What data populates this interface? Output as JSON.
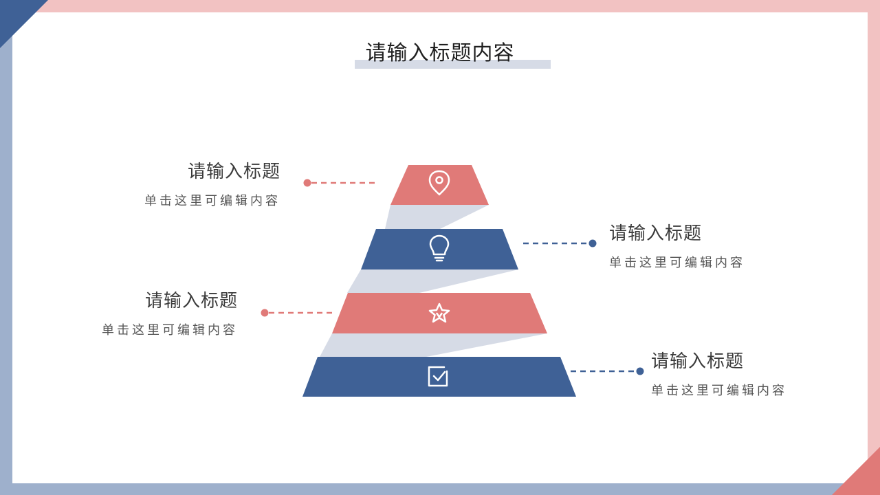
{
  "page": {
    "title": "请输入标题内容"
  },
  "colors": {
    "red": "#e07a78",
    "blue": "#3f6196",
    "band": "#d6dbe6",
    "frame_blue": "#9eb0cc",
    "frame_pink": "#f2c2c2",
    "corner_blue": "#3f6196",
    "corner_red": "#e07a78"
  },
  "levels": [
    {
      "title": "请输入标题",
      "desc": "单击这里可编辑内容",
      "side": "left",
      "color": "red",
      "icon": "location-pin-icon"
    },
    {
      "title": "请输入标题",
      "desc": "单击这里可编辑内容",
      "side": "right",
      "color": "blue",
      "icon": "lightbulb-icon"
    },
    {
      "title": "请输入标题",
      "desc": "单击这里可编辑内容",
      "side": "left",
      "color": "red",
      "icon": "star-icon"
    },
    {
      "title": "请输入标题",
      "desc": "单击这里可编辑内容",
      "side": "right",
      "color": "blue",
      "icon": "checkbox-icon"
    }
  ]
}
